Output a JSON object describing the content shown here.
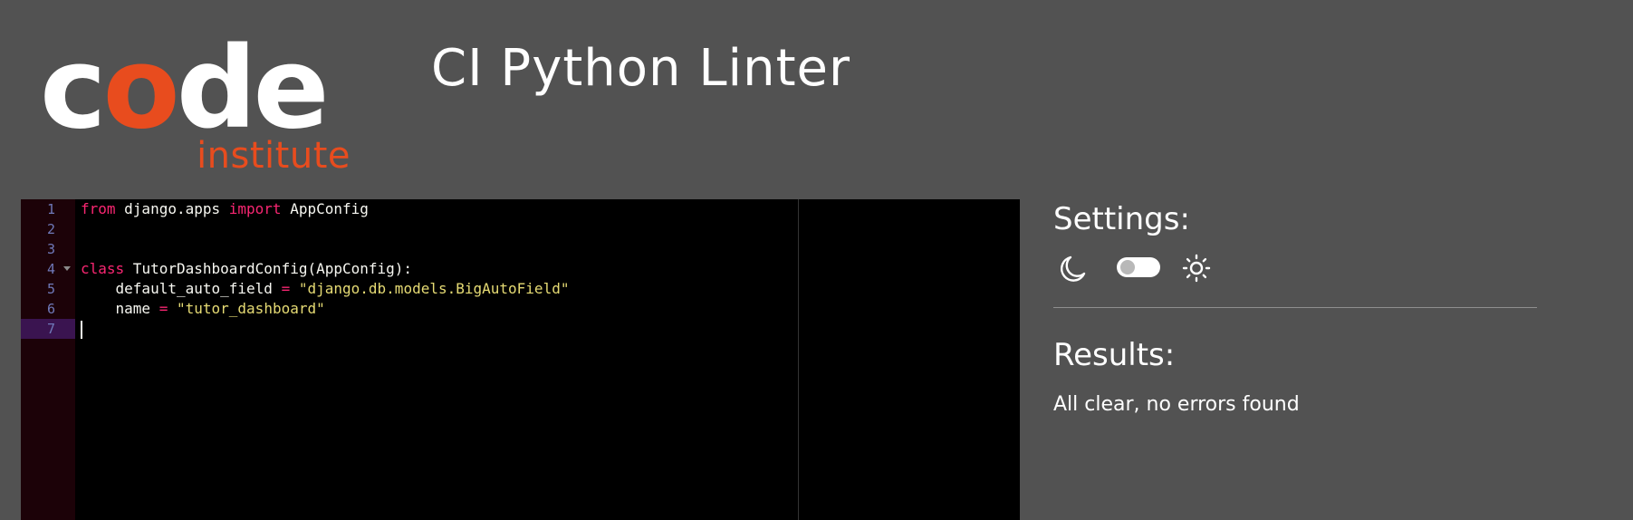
{
  "header": {
    "logo": {
      "main_pre": "c",
      "main_accent": "o",
      "main_post": "de",
      "sub": "institute"
    },
    "title": "CI Python Linter"
  },
  "editor": {
    "lines": [
      {
        "number": "1",
        "tokens": [
          {
            "t": "from",
            "c": "kw"
          },
          {
            "t": " django.apps ",
            "c": "plain"
          },
          {
            "t": "import",
            "c": "kw"
          },
          {
            "t": " AppConfig",
            "c": "plain"
          }
        ]
      },
      {
        "number": "2",
        "tokens": []
      },
      {
        "number": "3",
        "tokens": []
      },
      {
        "number": "4",
        "fold": true,
        "tokens": [
          {
            "t": "class",
            "c": "kw"
          },
          {
            "t": " TutorDashboardConfig(AppConfig):",
            "c": "plain"
          }
        ]
      },
      {
        "number": "5",
        "tokens": [
          {
            "t": "    default_auto_field ",
            "c": "plain"
          },
          {
            "t": "=",
            "c": "kw"
          },
          {
            "t": " ",
            "c": "plain"
          },
          {
            "t": "\"django.db.models.BigAutoField\"",
            "c": "str"
          }
        ]
      },
      {
        "number": "6",
        "tokens": [
          {
            "t": "    name ",
            "c": "plain"
          },
          {
            "t": "=",
            "c": "kw"
          },
          {
            "t": " ",
            "c": "plain"
          },
          {
            "t": "\"tutor_dashboard\"",
            "c": "str"
          }
        ]
      },
      {
        "number": "7",
        "active": true,
        "cursor": true,
        "tokens": []
      }
    ]
  },
  "settings": {
    "title": "Settings:",
    "icons": {
      "dark": "moon-icon",
      "light": "sun-icon"
    },
    "theme_toggle_on": false
  },
  "results": {
    "title": "Results:",
    "message": "All clear, no errors found"
  },
  "colors": {
    "background": "#525252",
    "brand_accent": "#e84c1e",
    "editor_bg": "#000000",
    "keyword": "#f92672",
    "string": "#e6db74"
  }
}
